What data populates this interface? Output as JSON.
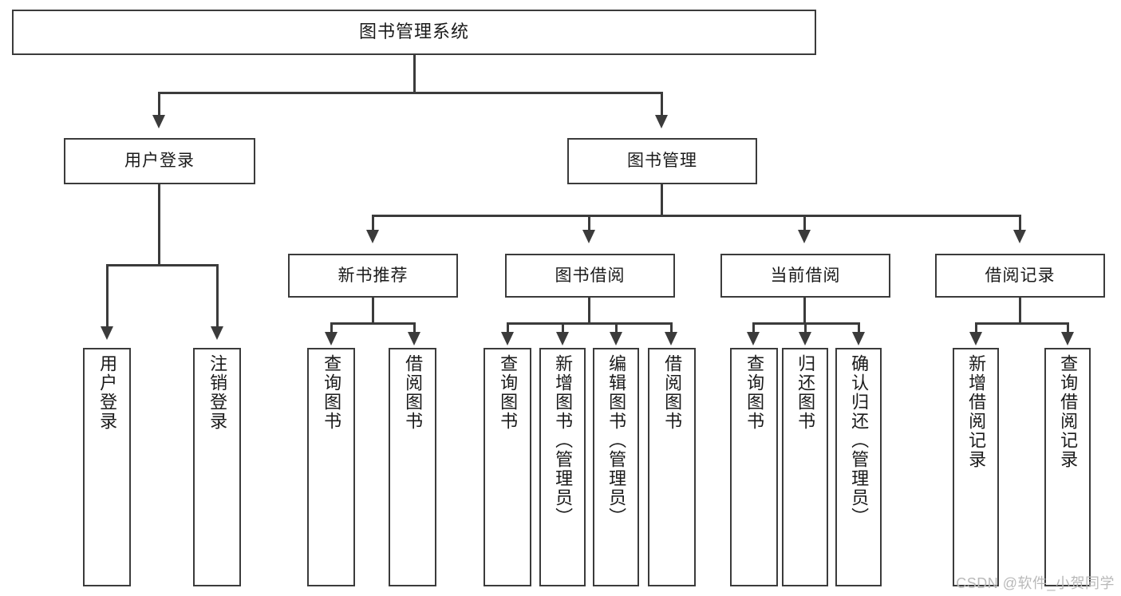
{
  "diagram": {
    "type": "tree",
    "title": "图书管理系统",
    "root": {
      "label": "图书管理系统"
    },
    "level1": [
      {
        "label": "用户登录"
      },
      {
        "label": "图书管理"
      }
    ],
    "level2": [
      {
        "label": "新书推荐"
      },
      {
        "label": "图书借阅"
      },
      {
        "label": "当前借阅"
      },
      {
        "label": "借阅记录"
      }
    ],
    "leaves": {
      "user_login": [
        {
          "label": "用户登录"
        },
        {
          "label": "注销登录"
        }
      ],
      "new_book_recommend": [
        {
          "label": "查询图书"
        },
        {
          "label": "借阅图书"
        }
      ],
      "book_borrow": [
        {
          "label": "查询图书"
        },
        {
          "label": "新增图书（管理员）"
        },
        {
          "label": "编辑图书（管理员）"
        },
        {
          "label": "借阅图书"
        }
      ],
      "current_borrow": [
        {
          "label": "查询图书"
        },
        {
          "label": "归还图书"
        },
        {
          "label": "确认归还（管理员）"
        }
      ],
      "borrow_record": [
        {
          "label": "新增借阅记录"
        },
        {
          "label": "查询借阅记录"
        }
      ]
    }
  },
  "watermark": {
    "text": "CSDN @软件_小贺同学"
  },
  "colors": {
    "border": "#3b3b3b",
    "background": "#ffffff",
    "text": "#1a1a1a",
    "watermark": "#b9b9b9"
  }
}
